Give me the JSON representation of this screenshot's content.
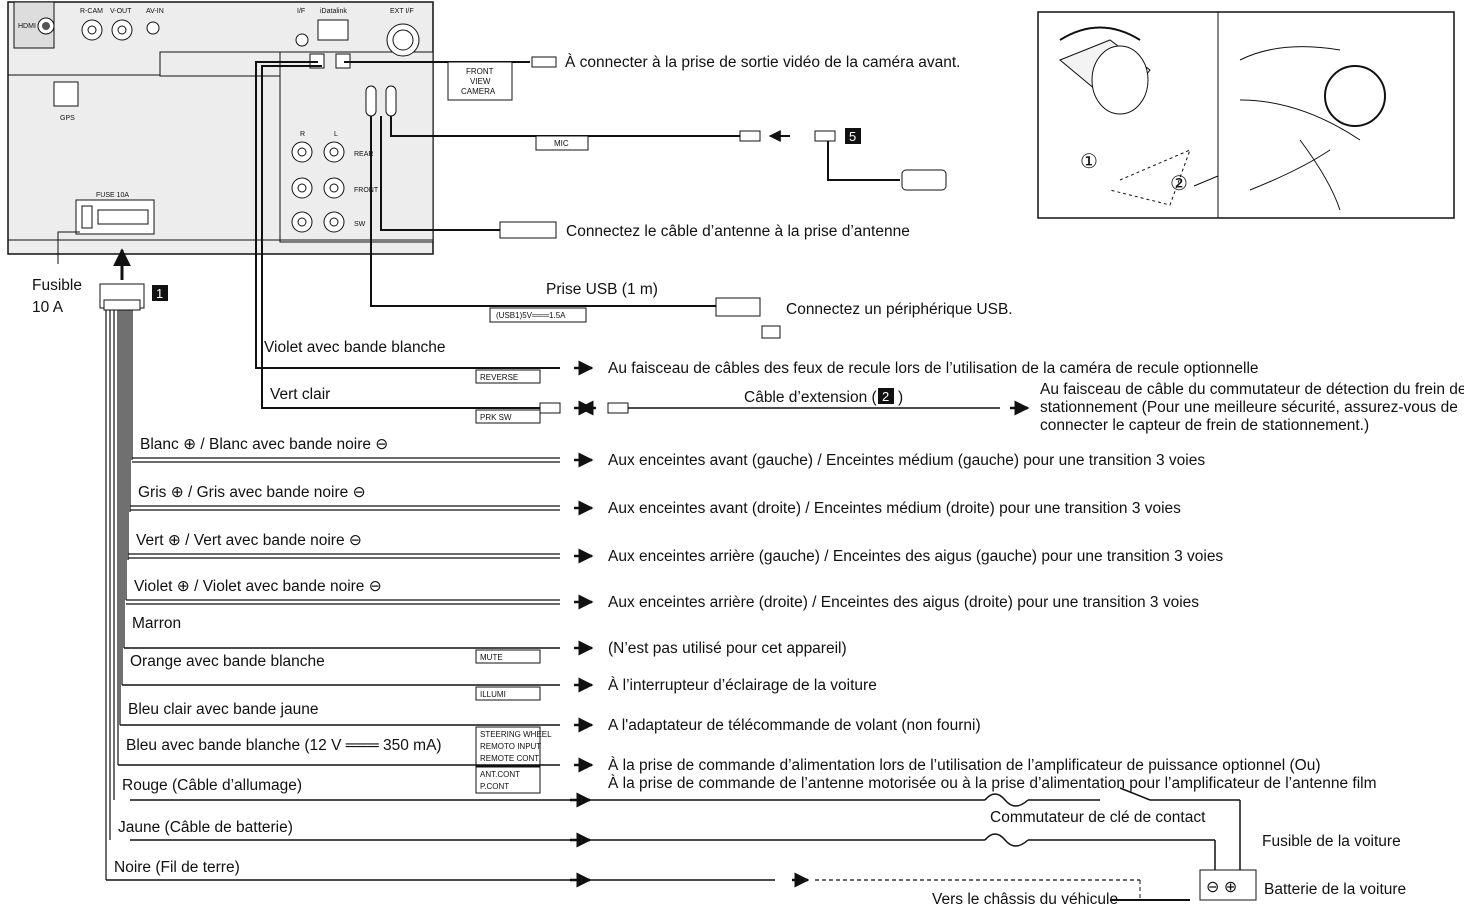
{
  "unit_panel": {
    "ports_top": [
      "HDMI",
      "R-CAM",
      "V-OUT",
      "AV-IN",
      "I/F",
      "iDatalink",
      "EXT I/F"
    ],
    "gps": "GPS",
    "fuse_label": "FUSE 10A",
    "audio_cols": [
      "R",
      "L"
    ],
    "audio_rows": [
      "REAR",
      "FRONT",
      "SW"
    ]
  },
  "fuse": {
    "line1": "Fusible",
    "line2": "10 A"
  },
  "badges": {
    "b1": "1",
    "b2": "2",
    "b5": "5"
  },
  "front_camera": {
    "tag": [
      "FRONT",
      "VIEW",
      "CAMERA"
    ],
    "desc": "À connecter à la prise de sortie vidéo de la caméra avant."
  },
  "mic": {
    "tag": "MIC"
  },
  "antenna": {
    "desc": "Connectez le câble d’antenne à la prise d’antenne"
  },
  "usb": {
    "title": "Prise USB (1 m)",
    "tag": "(USB1)5V═══1.5A",
    "desc": "Connectez un périphérique USB."
  },
  "wires": [
    {
      "id": "reverse",
      "name": "Violet avec bande blanche",
      "tag": [
        "REVERSE"
      ],
      "desc": [
        "Au faisceau de câbles des feux de recule lors de l’utilisation de la caméra de recule optionnelle"
      ]
    },
    {
      "id": "prksw",
      "name": "Vert clair",
      "tag": [
        "PRK SW"
      ],
      "ext": "Câble d’extension (",
      "ext_end": ")",
      "desc": [
        "Au faisceau de câble du commutateur de détection du frein de",
        "stationnement (Pour une meilleure sécurité, assurez-vous de",
        "connecter le capteur de frein de stationnement.)"
      ]
    },
    {
      "id": "white",
      "name": "Blanc ⊕ / Blanc avec bande noire ⊖",
      "desc": [
        "Aux enceintes avant (gauche) / Enceintes médium (gauche) pour une transition 3 voies"
      ]
    },
    {
      "id": "gray",
      "name": "Gris ⊕ / Gris avec bande noire ⊖",
      "desc": [
        "Aux enceintes avant (droite) / Enceintes médium (droite) pour une transition 3 voies"
      ]
    },
    {
      "id": "green",
      "name": "Vert ⊕ / Vert avec bande noire ⊖",
      "desc": [
        "Aux enceintes arrière (gauche) / Enceintes des aigus (gauche) pour une transition 3 voies"
      ]
    },
    {
      "id": "violet",
      "name": "Violet ⊕ / Violet avec bande noire ⊖",
      "desc": [
        "Aux enceintes arrière (droite) / Enceintes des aigus (droite) pour une transition 3 voies"
      ]
    },
    {
      "id": "brown",
      "name": "Marron",
      "tag": [
        "MUTE"
      ],
      "desc": [
        "(N’est pas utilisé pour cet appareil)"
      ]
    },
    {
      "id": "orange",
      "name": "Orange avec bande blanche",
      "tag": [
        "ILLUMI"
      ],
      "desc": [
        "À l’interrupteur d’éclairage de la voiture"
      ]
    },
    {
      "id": "lightblue",
      "name": "Bleu clair avec bande jaune",
      "tag": [
        "STEERING WHEEL",
        "REMOTO INPUT",
        "REMOTE CONT"
      ],
      "desc": [
        "A l'adaptateur de télécommande de volant (non fourni)"
      ]
    },
    {
      "id": "blue",
      "name": "Bleu avec bande blanche (12 V ═══ 350 mA)",
      "tag": [
        "ANT.CONT",
        "P.CONT"
      ],
      "desc": [
        "À la prise de commande d’alimentation lors de l’utilisation de l’amplificateur de puissance optionnel (Ou)",
        "À la prise de commande de l’antenne motorisée ou à la prise d’alimentation pour l’amplificateur de l’antenne film"
      ]
    },
    {
      "id": "red",
      "name": "Rouge (Câble d’allumage)"
    },
    {
      "id": "yellow",
      "name": "Jaune (Câble de batterie)"
    },
    {
      "id": "black",
      "name": "Noire (Fil de terre)"
    }
  ],
  "power": {
    "switch": "Commutateur de clé de contact",
    "car_fuse": "Fusible de la voiture",
    "battery": "Batterie de la voiture",
    "chassis": "Vers le châssis du véhicule"
  },
  "inset": {
    "step1": "①",
    "step2": "②"
  }
}
